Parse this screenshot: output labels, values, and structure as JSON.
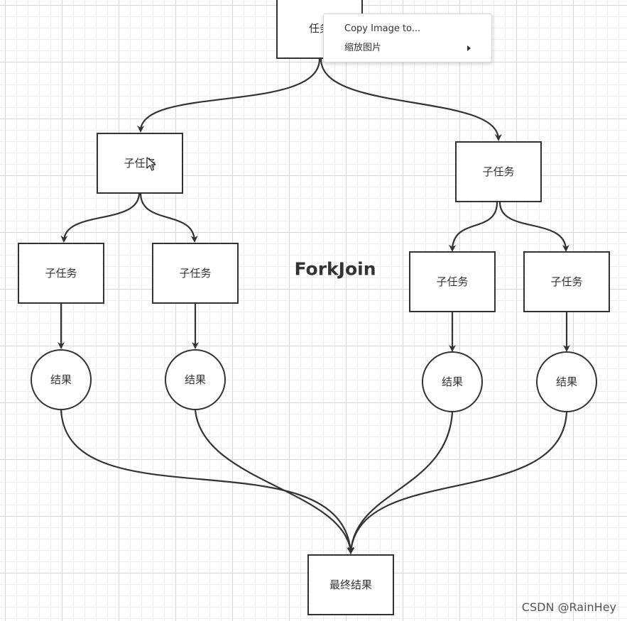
{
  "diagram": {
    "title": "ForkJoin",
    "root_task": "任务",
    "subtask_label": "子任务",
    "result_label": "结果",
    "final_result": "最终结果"
  },
  "context_menu": {
    "items": [
      {
        "label": "Copy Image to..."
      },
      {
        "label": "缩放图片",
        "has_submenu": true
      }
    ]
  },
  "watermark": "CSDN @RainHey",
  "colors": {
    "stroke": "#333333",
    "grid": "#d6d6d6",
    "background": "#ffffff"
  }
}
